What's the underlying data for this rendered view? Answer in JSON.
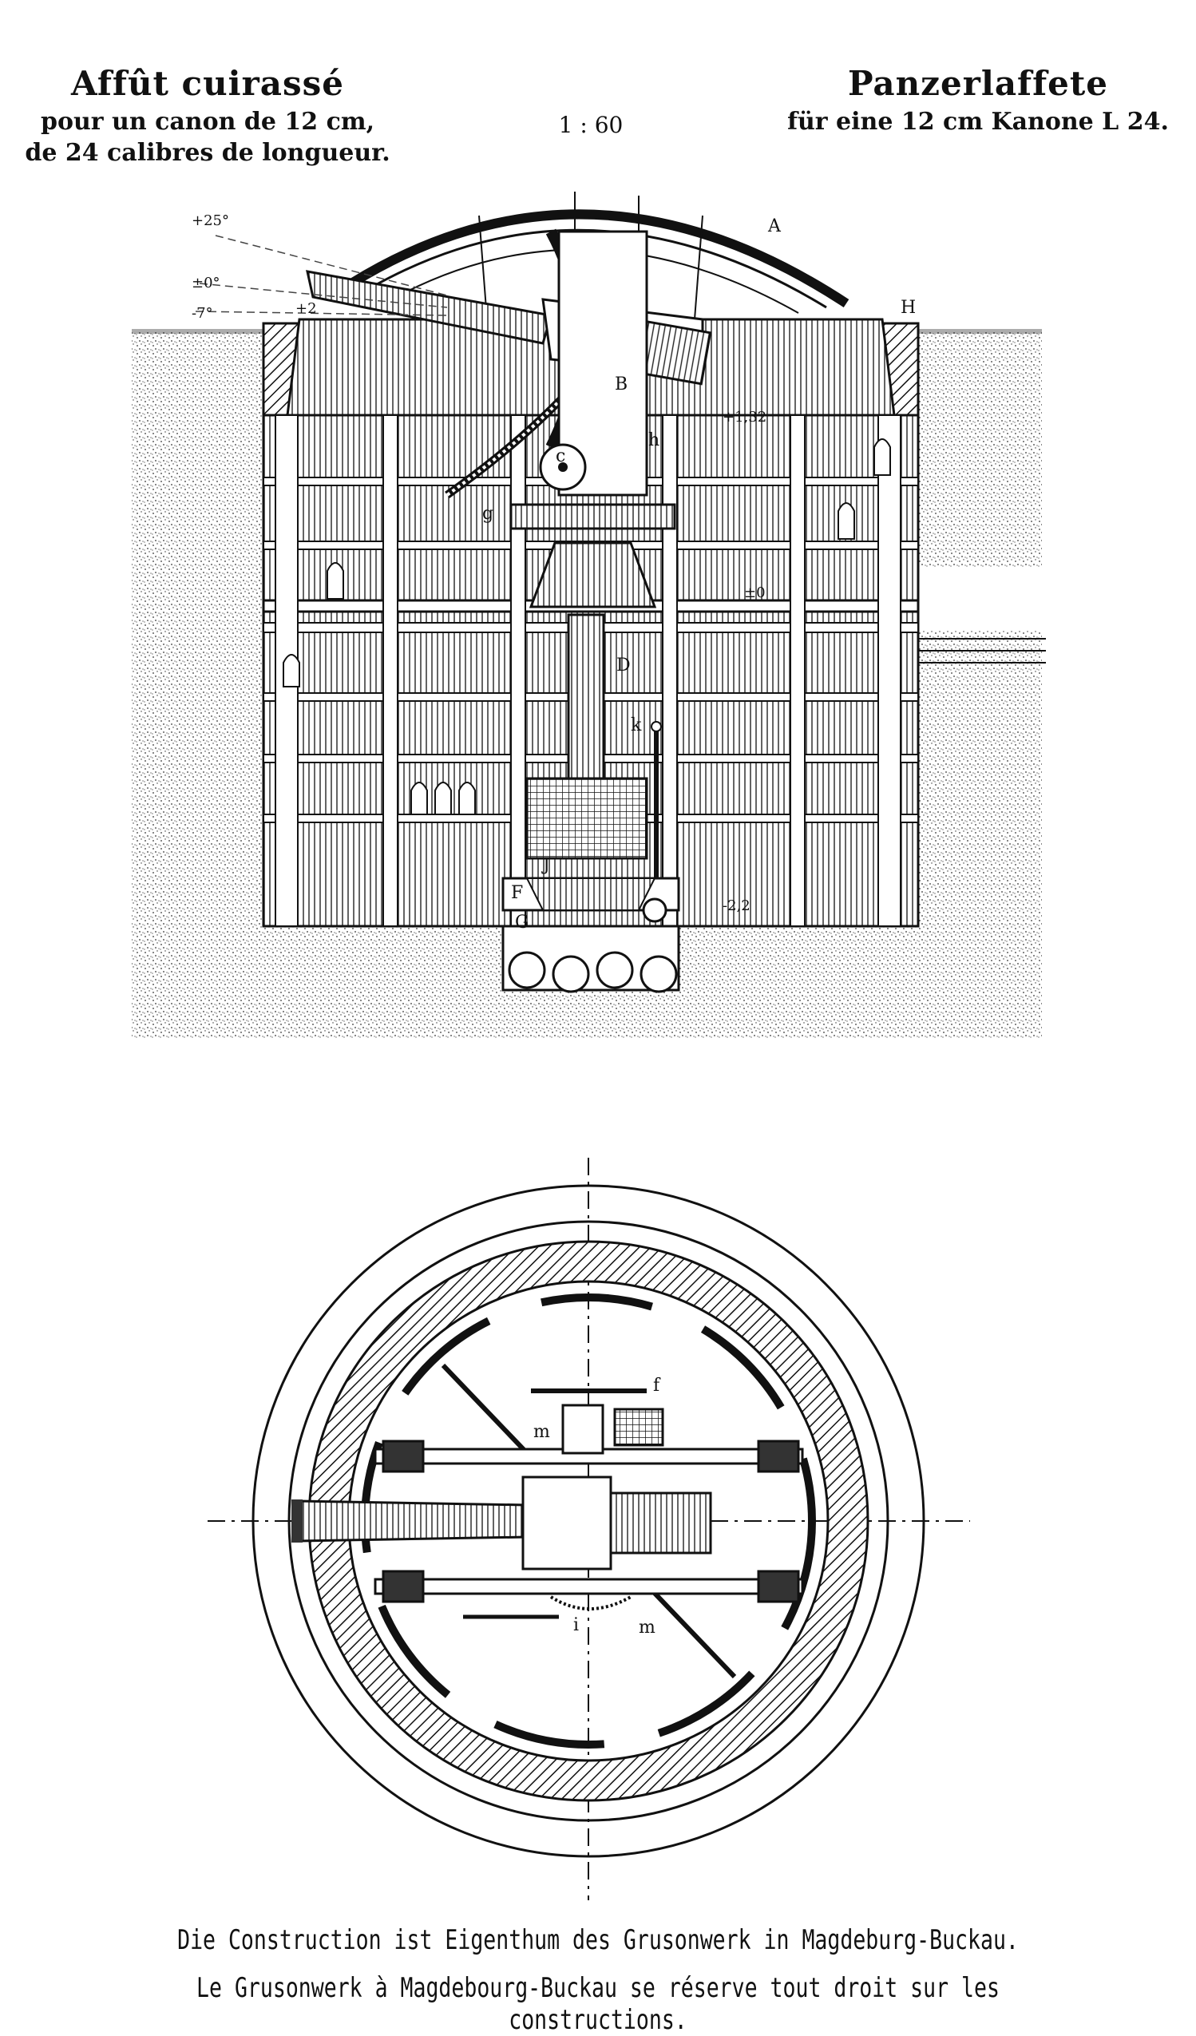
{
  "header": {
    "left_title": "Affût cuirassé",
    "left_line1": "pour un canon de 12 cm,",
    "left_line2": "de 24 calibres de longueur.",
    "scale": "1 : 60",
    "right_title": "Panzerlaffete",
    "right_line1": "für eine 12 cm Kanone L 24."
  },
  "section_labels": {
    "elev_plus25": "+25°",
    "elev_0": "±0°",
    "elev_minus": "-7°",
    "elev_plus2": "+2",
    "A": "A",
    "B": "B",
    "c": "c",
    "h": "h",
    "g": "g",
    "H": "H",
    "D": "D",
    "k": "k",
    "J": "J",
    "F": "F",
    "G": "G",
    "level_plus132": "+1,32",
    "level_0": "±0",
    "level_minus22": "-2,2"
  },
  "plan_labels": {
    "f": "f",
    "m_top": "m",
    "i": "i",
    "m_bottom": "m"
  },
  "footer": {
    "line1": "Die Construction ist Eigenthum des Grusonwerk in Magdeburg-Buckau.",
    "line2": "Le Grusonwerk à Magdebourg-Buckau se réserve tout droit sur les constructions."
  }
}
